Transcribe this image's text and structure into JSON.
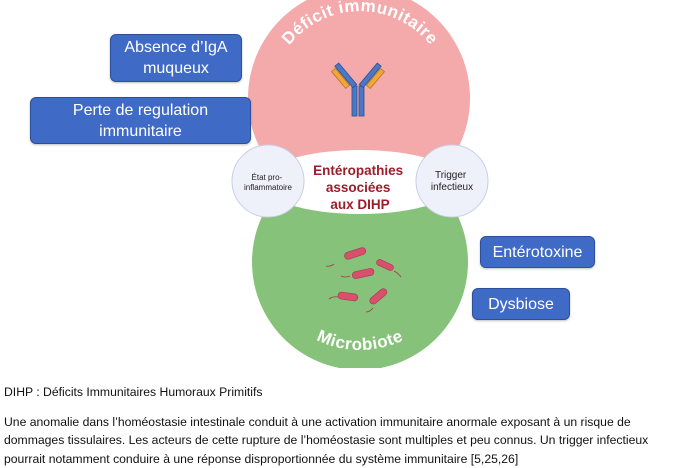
{
  "diagram": {
    "top_circle_label": "Déficit immunitaire",
    "bottom_circle_label": "Microbiote",
    "center_label_lines": [
      "Entéropathies",
      "associées",
      "aux DIHP"
    ],
    "left_small_circle_lines": [
      "État pro-",
      "inflammatoire"
    ],
    "right_small_circle_lines": [
      "Trigger",
      "infectieux"
    ],
    "boxes": {
      "iga": [
        "Absence d’IgA",
        "muqueux"
      ],
      "regulation": [
        "Perte de regulation",
        "immunitaire"
      ],
      "enterotoxine": [
        "Entérotoxine"
      ],
      "dysbiose": [
        "Dysbiose"
      ]
    },
    "colors": {
      "top_circle": "#f4a9aa",
      "bottom_circle": "#86c279",
      "box_fill": "#3f6bc6",
      "center_text": "#9b1d2a",
      "small_circle": "#eef1f9",
      "bacteria": "#d8506e"
    },
    "icons": [
      "antibody-icon",
      "bacteria-icon"
    ]
  },
  "captions": {
    "abbreviation": "DIHP : Déficits Immunitaires Humoraux Primitifs",
    "paragraph": "Une anomalie dans l’homéostasie intestinale conduit à une activation immunitaire anormale exposant à un risque de dommages tissulaires. Les acteurs de cette rupture de l’homéostasie sont multiples et peu connus. Un trigger infectieux pourrait notamment conduire à une réponse disproportionnée du système immunitaire [5,25,26]"
  }
}
